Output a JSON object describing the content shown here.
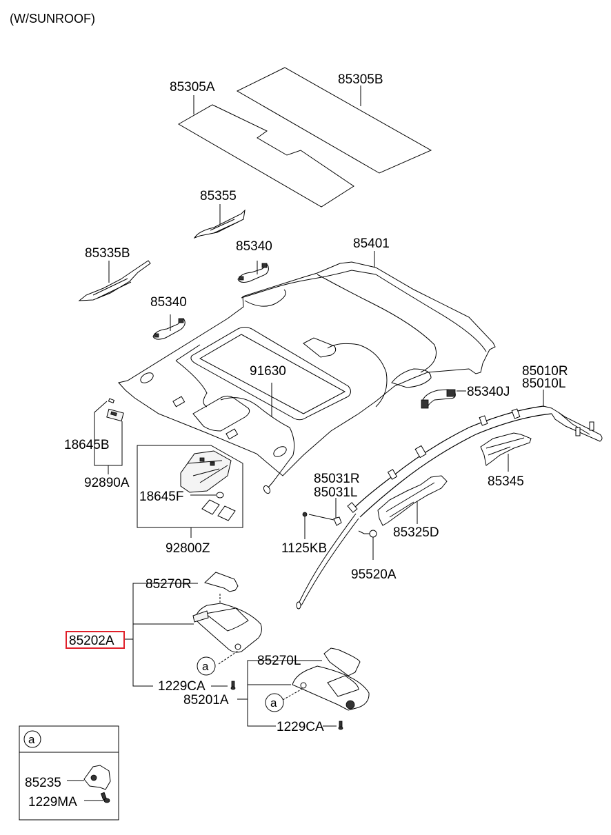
{
  "title": "(W/SUNROOF)",
  "highlight_color": "#e0202a",
  "labels": {
    "p85305A": "85305A",
    "p85305B": "85305B",
    "p85355": "85355",
    "p85335B": "85335B",
    "p85340_upper": "85340",
    "p85340_lower": "85340",
    "p85401": "85401",
    "p91630": "91630",
    "p85340J": "85340J",
    "p85010R": "85010R",
    "p85010L": "85010L",
    "p18645B": "18645B",
    "p92890A": "92890A",
    "p18645F": "18645F",
    "p92800Z": "92800Z",
    "p85031R": "85031R",
    "p85031L": "85031L",
    "p1125KB": "1125KB",
    "p95520A": "95520A",
    "p85345": "85345",
    "p85325D": "85325D",
    "p85270R": "85270R",
    "p85202A": "85202A",
    "p1229CA_upper": "1229CA",
    "p85201A": "85201A",
    "p85270L": "85270L",
    "p1229CA_lower": "1229CA",
    "p85235": "85235",
    "p1229MA": "1229MA"
  },
  "callouts": {
    "ref_a": "a"
  },
  "highlighted_part": "85202A"
}
